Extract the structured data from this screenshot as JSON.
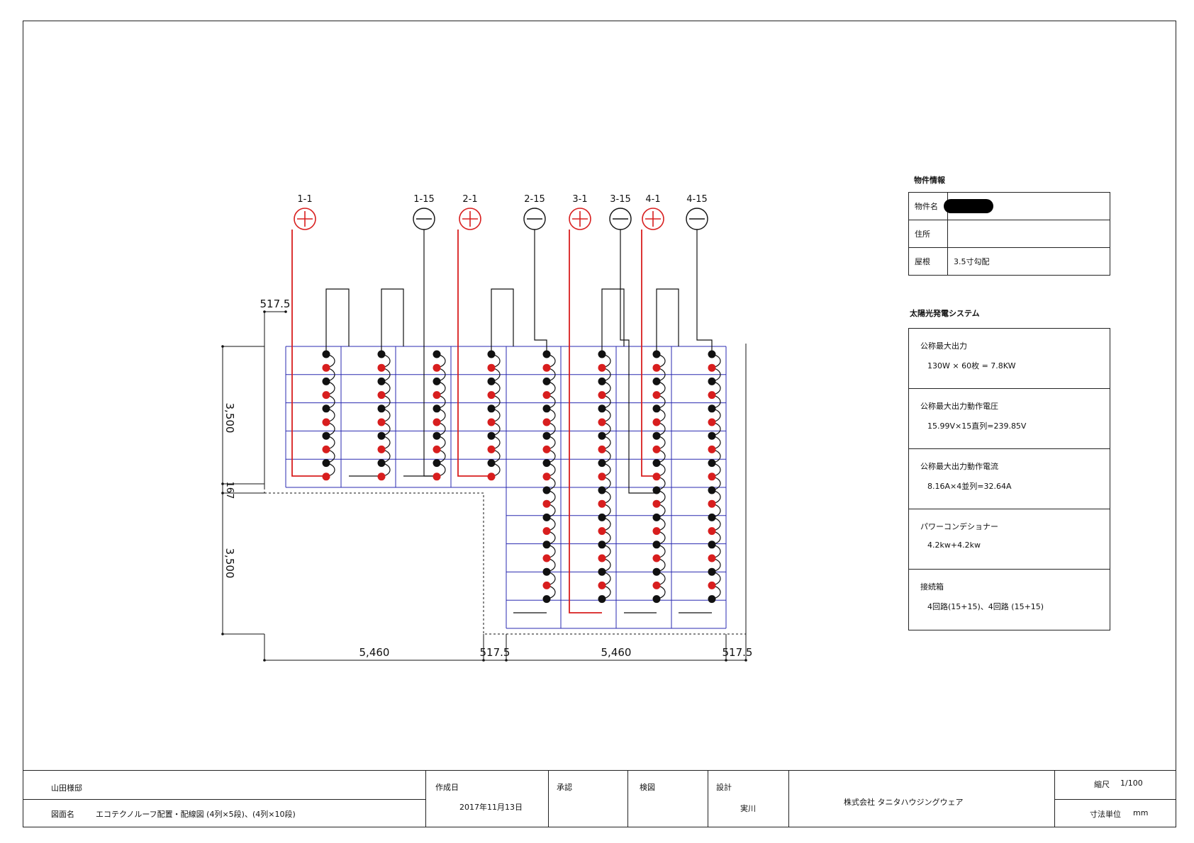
{
  "strings": {
    "circuits": [
      {
        "plus_label": "1-1",
        "minus_label": "1-15"
      },
      {
        "plus_label": "2-1",
        "minus_label": "2-15"
      },
      {
        "plus_label": "3-1",
        "minus_label": "3-15"
      },
      {
        "plus_label": "4-1",
        "minus_label": "4-15"
      }
    ]
  },
  "dimensions": {
    "top_offset": "517.5",
    "upper_height": "3,500",
    "gap": "167",
    "lower_height": "3,500",
    "width_left": "5,460",
    "offset_mid": "517.5",
    "width_right": "5,460",
    "offset_right": "517.5"
  },
  "colors": {
    "plus_wire": "#d81e1e",
    "minus_wire": "#111111",
    "panel_grid": "#2a2ab0",
    "terminal_plus": "#d81e1e",
    "terminal_minus": "#111111"
  },
  "property_info": {
    "heading": "物件情報",
    "rows": [
      {
        "key": "物件名",
        "value": ""
      },
      {
        "key": "住所",
        "value": ""
      },
      {
        "key": "屋根",
        "value": "3.5寸勾配"
      }
    ]
  },
  "solar_system": {
    "heading": "太陽光発電システム",
    "items": [
      {
        "label": "公称最大出力",
        "value": "130W × 60枚 = 7.8KW"
      },
      {
        "label": "公称最大出力動作電圧",
        "value": "15.99V×15直列=239.85V"
      },
      {
        "label": "公称最大出力動作電流",
        "value": "8.16A×4並列=32.64A"
      },
      {
        "label": "パワーコンデショナー",
        "value": "4.2kw+4.2kw"
      },
      {
        "label": "接続箱",
        "value": "4回路(15+15)、4回路 (15+15)"
      }
    ]
  },
  "title_block": {
    "client": "山田様邸",
    "drawing_name_label": "図面名",
    "drawing_name": "エコテクノルーフ配置・配線図 (4列×5段)、(4列×10段)",
    "created_label": "作成日",
    "created_date": "2017年11月13日",
    "approval_label": "承認",
    "check_label": "検図",
    "design_label": "設計",
    "designer": "実川",
    "company": "株式会社 タニタハウジングウェア",
    "scale_label": "縮尺",
    "scale_value": "1/100",
    "unit_label": "寸法単位",
    "unit_value": "mm"
  }
}
